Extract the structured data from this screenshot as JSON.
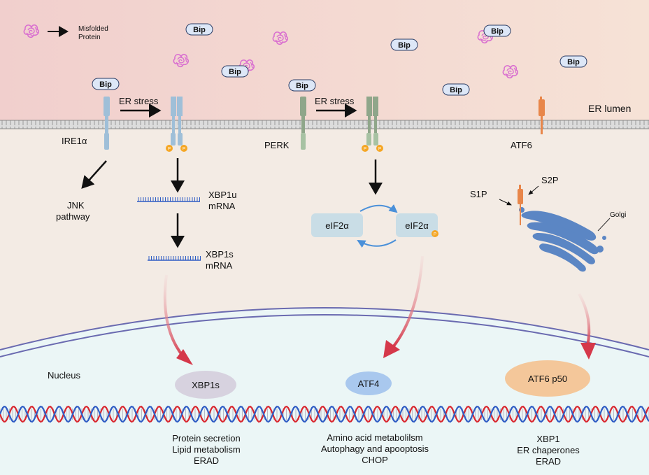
{
  "legend": {
    "misfolded_line1": "Misfolded",
    "misfolded_line2": "Protein"
  },
  "bip_label": "Bip",
  "phospho_label": "P",
  "compartments": {
    "er_lumen": "ER lumen",
    "nucleus": "Nucleus",
    "golgi": "Golgi"
  },
  "ire1": {
    "name": "IRE1α",
    "stress": "ER stress",
    "jnk_line1": "JNK",
    "jnk_line2": "pathway",
    "xbp1u_line1": "XBP1u",
    "xbp1u_line2": "mRNA",
    "xbp1s_line1": "XBP1s",
    "xbp1s_line2": "mRNA",
    "nuclear_factor": "XBP1s",
    "targets": [
      "Protein secretion",
      "Lipid metabolism",
      "ERAD"
    ]
  },
  "perk": {
    "name": "PERK",
    "stress": "ER stress",
    "eif2a": "eIF2α",
    "eif2a_p": "eIF2α",
    "nuclear_factor": "ATF4",
    "targets": [
      "Amino acid metabolilsm",
      "Autophagy and apooptosis",
      "CHOP"
    ]
  },
  "atf6": {
    "name": "ATF6",
    "s1p": "S1P",
    "s2p": "S2P",
    "nuclear_factor": "ATF6 p50",
    "targets": [
      "XBP1",
      "ER chaperones",
      "ERAD"
    ]
  },
  "colors": {
    "er_lumen_bg": "#f2d3d0",
    "cytoplasm_bg": "#f3ebe4",
    "nucleus_bg": "#ebf6f6",
    "nuclear_envelope": "#6a6ab0",
    "ire1_receptor": "#9fbfd8",
    "perk_receptor": "#8fa68a",
    "atf6_receptor": "#e8864a",
    "bip_fill": "#dde7f7",
    "misfolded": "#d96fd0",
    "phospho": "#f5a623",
    "xbp1s_oval": "#d7d2df",
    "atf4_oval": "#a9c8ee",
    "atf6p50_oval": "#f4c79a",
    "golgi": "#5b86c4",
    "red_arrow": "#d5384a",
    "dna_red": "#d9272f",
    "dna_blue": "#2f5cc4",
    "eif2_cycle": "#4a90d9",
    "eif2_box": "#c9dde6"
  }
}
